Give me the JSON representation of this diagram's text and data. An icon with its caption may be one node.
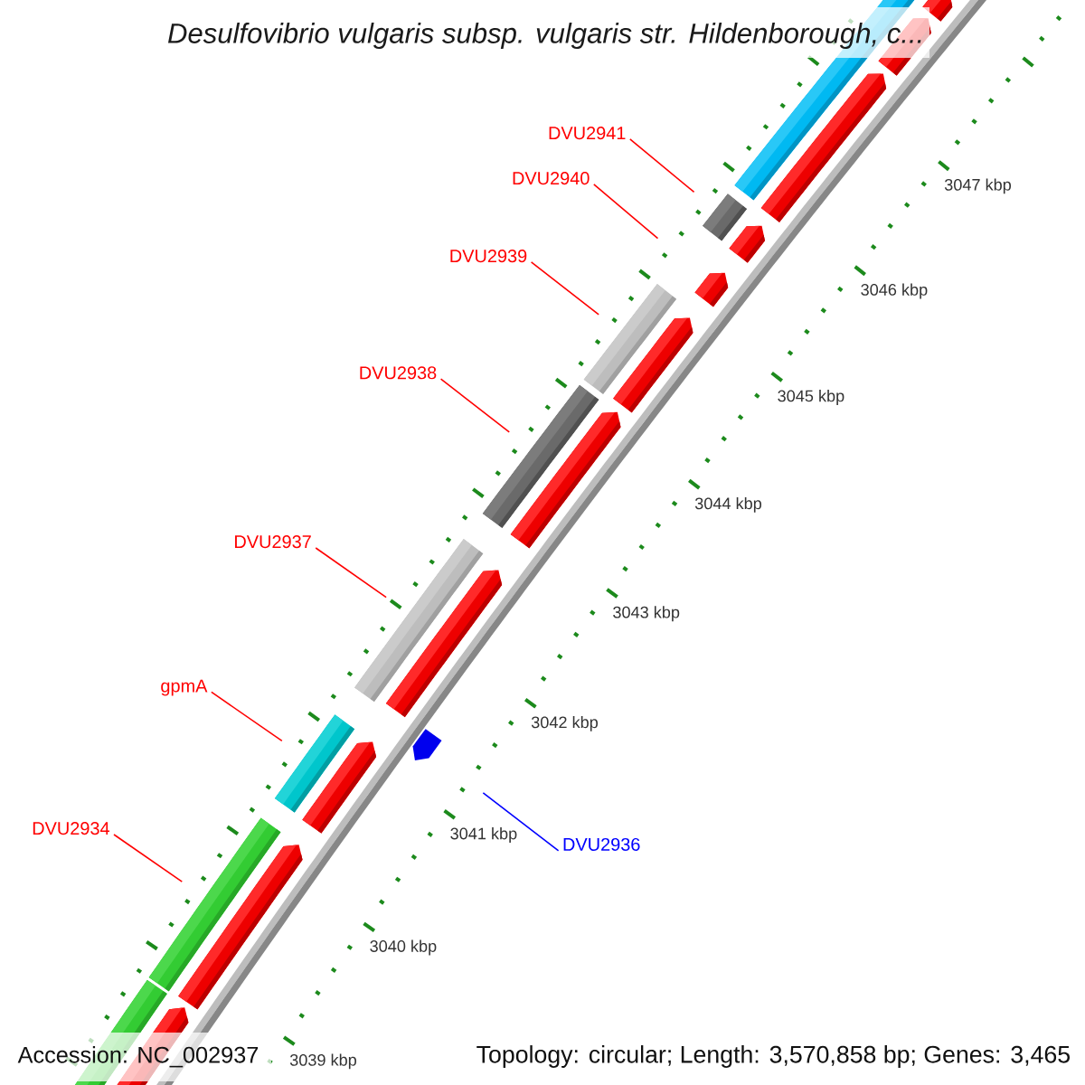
{
  "diagram": {
    "title": "Desulfovibrio vulgaris subsp. vulgaris str. Hildenborough, c...",
    "nodes": [
      {
        "text": [
          "DVU2941"
        ]
      },
      {
        "text": [
          "DVU2940"
        ]
      },
      {
        "text": [
          "DVU2939"
        ]
      },
      {
        "text": [
          "DVU2938"
        ]
      },
      {
        "text": [
          "DVU2937"
        ]
      },
      {
        "text": [
          "gpmA"
        ]
      },
      {
        "text": [
          "DVU2934"
        ]
      },
      {
        "text": [
          "DVU2936"
        ]
      },
      {
        "text": [],
        "shape": "bar"
      },
      {
        "text": [],
        "shape": "pentagon"
      },
      {
        "text": [],
        "shape": "pentagon"
      },
      {
        "text": [],
        "shape": "pentagon"
      },
      {
        "text": [],
        "shape": "bar"
      },
      {
        "text": [],
        "shape": "pentagon"
      },
      {
        "text": [],
        "shape": "pentagon"
      },
      {
        "text": [],
        "shape": "bar"
      },
      {
        "text": [],
        "shape": "pentagon"
      },
      {
        "text": [],
        "shape": "bar"
      },
      {
        "text": [],
        "shape": "pentagon"
      },
      {
        "text": [],
        "shape": "bar"
      },
      {
        "text": [],
        "shape": "pentagon"
      },
      {
        "text": [],
        "shape": "bar"
      },
      {
        "text": [],
        "shape": "pentagon"
      },
      {
        "text": [],
        "shape": "pentagon"
      },
      {
        "text": [],
        "shape": "bar"
      },
      {
        "text": [],
        "shape": "pentagon"
      },
      {
        "text": [],
        "shape": "bar"
      },
      {
        "text": [],
        "shape": "pentagon"
      }
    ],
    "edges": [
      {
        "from": 0,
        "to": 12,
        "arrow": "none"
      },
      {
        "from": 1,
        "to": 14,
        "arrow": "none"
      },
      {
        "from": 2,
        "to": 15,
        "arrow": "none"
      },
      {
        "from": 3,
        "to": 17,
        "arrow": "none"
      },
      {
        "from": 4,
        "to": 19,
        "arrow": "none"
      },
      {
        "from": 5,
        "to": 21,
        "arrow": "none"
      },
      {
        "from": 6,
        "to": 24,
        "arrow": "none"
      },
      {
        "from": 7,
        "to": 22,
        "arrow": "none",
        "color": "#0000ff"
      }
    ],
    "labels": [
      "3047 kbp",
      "3046 kbp",
      "3045 kbp",
      "3044 kbp",
      "3043 kbp",
      "3042 kbp",
      "3041 kbp",
      "3040 kbp",
      "3039 kbp",
      "Accession: NC_002937",
      "Topology: circular; Length: 3,570,858 bp; Genes: 3,465"
    ]
  }
}
